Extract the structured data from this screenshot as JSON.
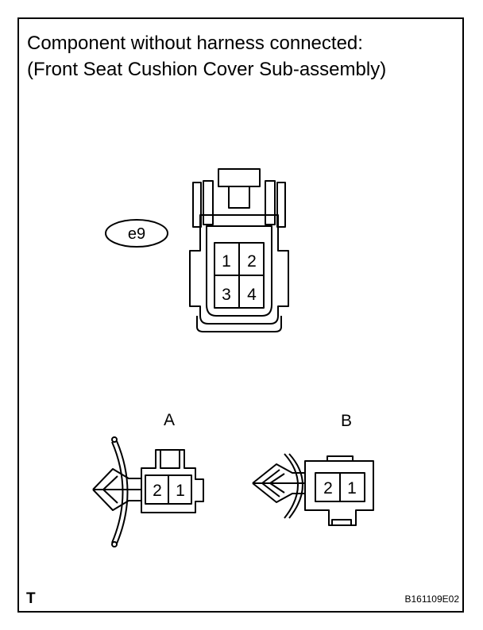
{
  "title": {
    "line1": "Component without harness connected:",
    "line2": "(Front Seat Cushion Cover Sub-assembly)"
  },
  "connector_main": {
    "code": "e9",
    "pins": [
      "1",
      "2",
      "3",
      "4"
    ]
  },
  "connector_a": {
    "label": "A",
    "pins": [
      "2",
      "1"
    ]
  },
  "connector_b": {
    "label": "B",
    "pins": [
      "2",
      "1"
    ]
  },
  "footer": {
    "left_mark": "T",
    "figure_code": "B161109E02"
  }
}
